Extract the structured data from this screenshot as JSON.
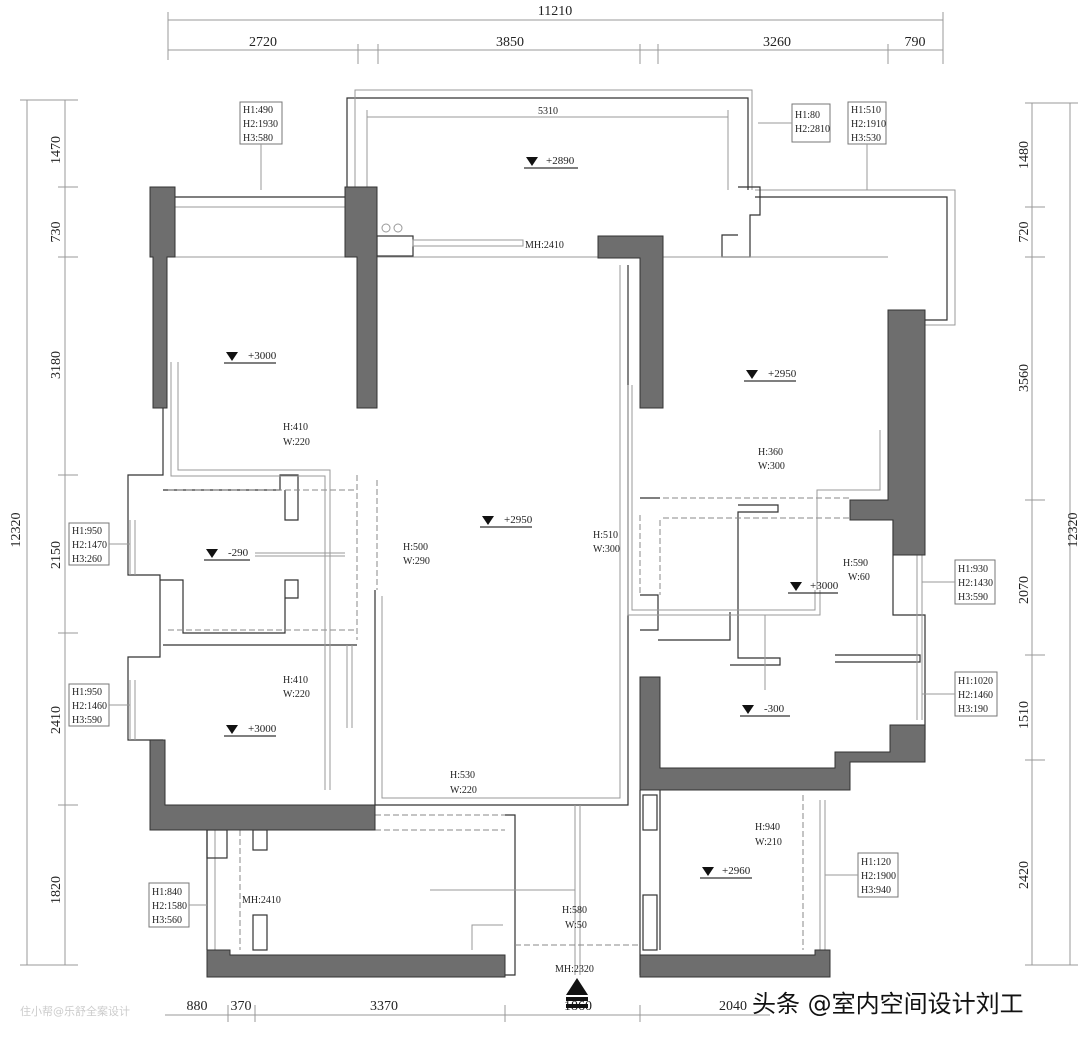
{
  "dimensions": {
    "top_total": "11210",
    "top": [
      "2720",
      "3850",
      "3260",
      "790"
    ],
    "left_total": "12320",
    "left": [
      "1470",
      "730",
      "3180",
      "2150",
      "2410",
      "1820"
    ],
    "right_total": "12320",
    "right": [
      "1480",
      "720",
      "3560",
      "2070",
      "1510",
      "2420"
    ],
    "bottom": [
      "880",
      "370",
      "3370",
      "1860",
      "2040"
    ]
  },
  "window_tags": [
    [
      "H1:490",
      "H2:1930",
      "H3:580"
    ],
    [
      "H1:80",
      "H2:2810"
    ],
    [
      "H1:510",
      "H2:1910",
      "H3:530"
    ],
    [
      "H1:950",
      "H2:1470",
      "H3:260"
    ],
    [
      "H1:950",
      "H2:1460",
      "H3:590"
    ],
    [
      "H1:930",
      "H2:1430",
      "H3:590"
    ],
    [
      "H1:1020",
      "H2:1460",
      "H3:190"
    ],
    [
      "H1:840",
      "H2:1580",
      "H3:560"
    ],
    [
      "H1:120",
      "H2:1900",
      "H3:940"
    ]
  ],
  "levels": [
    "+2890",
    "+3000",
    "-290",
    "+3000",
    "+2950",
    "+2950",
    "+3000",
    "-300",
    "+2960"
  ],
  "beams": [
    [
      "H:410",
      "W:220"
    ],
    [
      "H:500",
      "W:290"
    ],
    [
      "H:510",
      "W:300"
    ],
    [
      "H:360",
      "W:300"
    ],
    [
      "H:590",
      "W:60"
    ],
    [
      "H:410",
      "W:220"
    ],
    [
      "H:530",
      "W:220"
    ],
    [
      "H:940",
      "W:210"
    ],
    [
      "H:580",
      "W:50"
    ]
  ],
  "door_heights": [
    "MH:2410",
    "MH:2410",
    "MH:2320"
  ],
  "balcony_width": "5310",
  "watermark": "头条 @室内空间设计刘工",
  "watermark_faint": "住小帮@乐舒全案设计"
}
